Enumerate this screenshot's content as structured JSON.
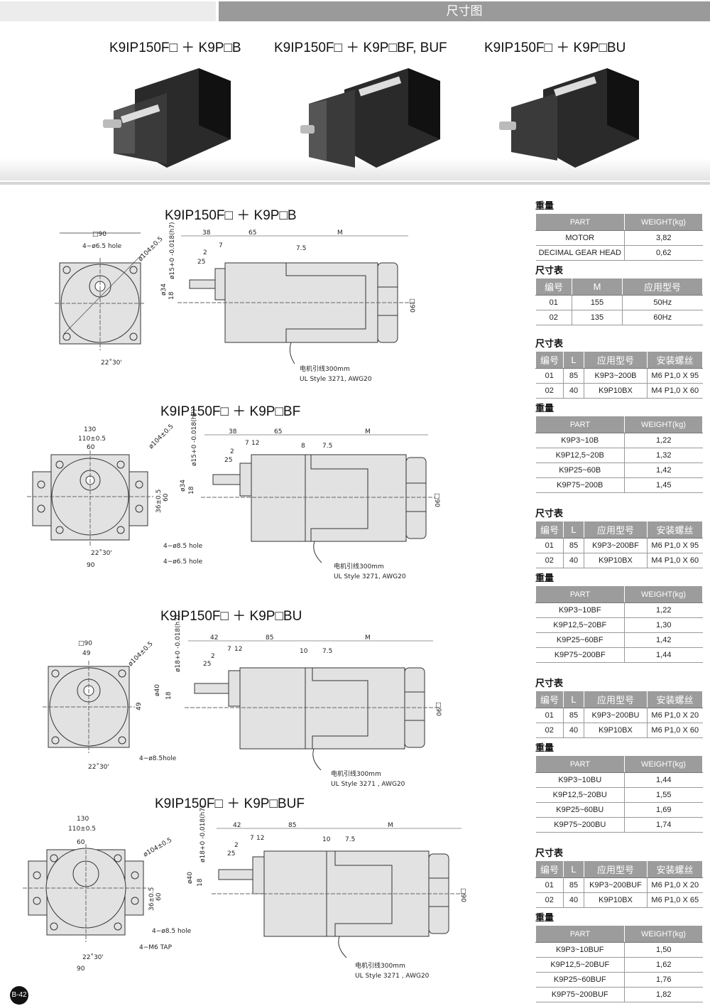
{
  "header": {
    "title": "尺寸图"
  },
  "products": [
    {
      "label": "K9IP150F□ ＋ K9P□B"
    },
    {
      "label": "K9IP150F□ ＋ K9P□BF, BUF"
    },
    {
      "label": "K9IP150F□ ＋ K9P□BU"
    }
  ],
  "drawings": [
    {
      "title": "K9IP150F□ ＋ K9P□B",
      "front": {
        "square": "□90",
        "hole": "4−ø6.5 hole",
        "dia": "ø104±0.5",
        "angle": "22˚30'"
      },
      "side": {
        "d1": "38",
        "d2": "65",
        "m": "M",
        "d3": "7",
        "d4": "2",
        "d5": "25",
        "d6": "7.5",
        "shaft": "ø15+0 -0.018(h7)",
        "d34": "ø34",
        "d18": "18",
        "sq": "□90",
        "wire1": "电机引线300mm",
        "wire2": "UL Style 3271, AWG20"
      }
    },
    {
      "title": "K9IP150F□ ＋ K9P□BF",
      "front": {
        "w130": "130",
        "w110": "110±0.5",
        "w60": "60",
        "w90": "90",
        "dia": "ø104±0.5",
        "h36": "36±0.5",
        "h60": "60",
        "hole1": "4−ø8.5 hole",
        "hole2": "4−ø6.5 hole",
        "angle": "22˚30'"
      },
      "side": {
        "d1": "38",
        "d2": "65",
        "m": "M",
        "d3": "7",
        "d3b": "12",
        "d4": "2",
        "d5": "25",
        "d6": "8",
        "d7": "7.5",
        "shaft": "ø15+0 -0.018(h7)",
        "d34": "ø34",
        "d18": "18",
        "sq": "□90",
        "wire1": "电机引线300mm",
        "wire2": "UL Style 3271, AWG20"
      }
    },
    {
      "title": "K9IP150F□ ＋ K9P□BU",
      "front": {
        "square": "□90",
        "w49": "49",
        "h49": "49",
        "dia": "ø104±0.5",
        "hole": "4−ø8.5hole",
        "angle": "22˚30'"
      },
      "side": {
        "d1": "42",
        "d2": "85",
        "m": "M",
        "d3": "7",
        "d3b": "12",
        "d4": "2",
        "d5": "25",
        "d6": "10",
        "d7": "7.5",
        "shaft": "ø18+0 -0.018(h7)",
        "d40": "ø40",
        "d18": "18",
        "sq": "□90",
        "wire1": "电机引线300mm",
        "wire2": "UL Style 3271 , AWG20"
      }
    },
    {
      "title": "K9IP150F□ ＋ K9P□BUF",
      "front": {
        "w130": "130",
        "w110": "110±0.5",
        "w60": "60",
        "w90": "90",
        "dia": "ø104±0.5",
        "h36": "36±0.5",
        "h60": "60",
        "hole1": "4−ø8.5 hole",
        "hole2": "4−M6 TAP",
        "angle": "22˚30'"
      },
      "side": {
        "d1": "42",
        "d2": "85",
        "m": "M",
        "d3": "7",
        "d3b": "12",
        "d4": "2",
        "d5": "25",
        "d6": "10",
        "d7": "7.5",
        "shaft": "ø18+0 -0.018(h7)",
        "d40": "ø40",
        "d18": "18",
        "sq": "□90",
        "wire1": "电机引线300mm",
        "wire2": "UL Style 3271 , AWG20"
      }
    }
  ],
  "tables": {
    "t1": {
      "label": "重量",
      "head": [
        "PART",
        "WEIGHT(kg)"
      ],
      "rows": [
        [
          "MOTOR",
          "3,82"
        ],
        [
          "DECIMAL GEAR HEAD",
          "0,62"
        ]
      ]
    },
    "t2": {
      "label": "尺寸表",
      "head": [
        "编号",
        "M",
        "应用型号"
      ],
      "rows": [
        [
          "01",
          "155",
          "50Hz"
        ],
        [
          "02",
          "135",
          "60Hz"
        ]
      ]
    },
    "t3": {
      "label": "尺寸表",
      "head": [
        "编号",
        "L",
        "应用型号",
        "安装螺丝"
      ],
      "rows": [
        [
          "01",
          "85",
          "K9P3~200B",
          "M6 P1,0 X 95"
        ],
        [
          "02",
          "40",
          "K9P10BX",
          "M4 P1,0 X 60"
        ]
      ]
    },
    "t4": {
      "label": "重量",
      "head": [
        "PART",
        "WEIGHT(kg)"
      ],
      "rows": [
        [
          "K9P3~10B",
          "1,22"
        ],
        [
          "K9P12,5~20B",
          "1,32"
        ],
        [
          "K9P25~60B",
          "1,42"
        ],
        [
          "K9P75~200B",
          "1,45"
        ]
      ]
    },
    "t5": {
      "label": "尺寸表",
      "head": [
        "编号",
        "L",
        "应用型号",
        "安装螺丝"
      ],
      "rows": [
        [
          "01",
          "85",
          "K9P3~200BF",
          "M6 P1,0 X 95"
        ],
        [
          "02",
          "40",
          "K9P10BX",
          "M4 P1,0 X 60"
        ]
      ]
    },
    "t6": {
      "label": "重量",
      "head": [
        "PART",
        "WEIGHT(kg)"
      ],
      "rows": [
        [
          "K9P3~10BF",
          "1,22"
        ],
        [
          "K9P12,5~20BF",
          "1,30"
        ],
        [
          "K9P25~60BF",
          "1,42"
        ],
        [
          "K9P75~200BF",
          "1,44"
        ]
      ]
    },
    "t7": {
      "label": "尺寸表",
      "head": [
        "编号",
        "L",
        "应用型号",
        "安装螺丝"
      ],
      "rows": [
        [
          "01",
          "85",
          "K9P3~200BU",
          "M6 P1,0 X 20"
        ],
        [
          "02",
          "40",
          "K9P10BX",
          "M6 P1,0 X 60"
        ]
      ]
    },
    "t8": {
      "label": "重量",
      "head": [
        "PART",
        "WEIGHT(kg)"
      ],
      "rows": [
        [
          "K9P3~10BU",
          "1,44"
        ],
        [
          "K9P12,5~20BU",
          "1,55"
        ],
        [
          "K9P25~60BU",
          "1,69"
        ],
        [
          "K9P75~200BU",
          "1,74"
        ]
      ]
    },
    "t9": {
      "label": "尺寸表",
      "head": [
        "编号",
        "L",
        "应用型号",
        "安装螺丝"
      ],
      "rows": [
        [
          "01",
          "85",
          "K9P3~200BUF",
          "M6 P1,0 X 20"
        ],
        [
          "02",
          "40",
          "K9P10BX",
          "M6 P1,0 X 65"
        ]
      ]
    },
    "t10": {
      "label": "重量",
      "head": [
        "PART",
        "WEIGHT(kg)"
      ],
      "rows": [
        [
          "K9P3~10BUF",
          "1,50"
        ],
        [
          "K9P12,5~20BUF",
          "1,62"
        ],
        [
          "K9P25~60BUF",
          "1,76"
        ],
        [
          "K9P75~200BUF",
          "1,82"
        ]
      ]
    }
  },
  "page": {
    "number": "B-42"
  }
}
